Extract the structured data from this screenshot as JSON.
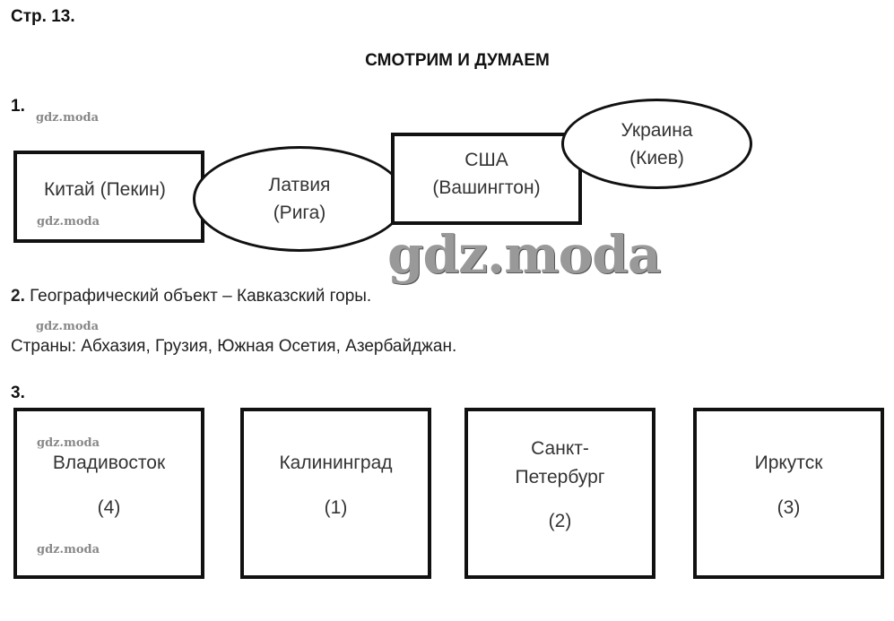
{
  "page_label": "Стр. 13.",
  "title": "СМОТРИМ И ДУМАЕМ",
  "watermark": "gdz.moda",
  "task1": {
    "num": "1.",
    "china": "Китай (Пекин)",
    "latvia": [
      "Латвия",
      "(Рига)"
    ],
    "usa": [
      "США",
      "(Вашингтон)"
    ],
    "ukraine": [
      "Украина",
      "(Киев)"
    ]
  },
  "task2": {
    "num": "2.",
    "line1": "Географический объект – Кавказский горы.",
    "line2": "Страны: Абхазия, Грузия, Южная Осетия, Азербайджан."
  },
  "task3": {
    "num": "3.",
    "cities": [
      {
        "name": "Владивосток",
        "num": "(4)"
      },
      {
        "name": "Калининград",
        "num": "(1)"
      },
      {
        "name1": "Санкт-",
        "name2": "Петербург",
        "num": "(2)"
      },
      {
        "name": "Иркутск",
        "num": "(3)"
      }
    ]
  }
}
